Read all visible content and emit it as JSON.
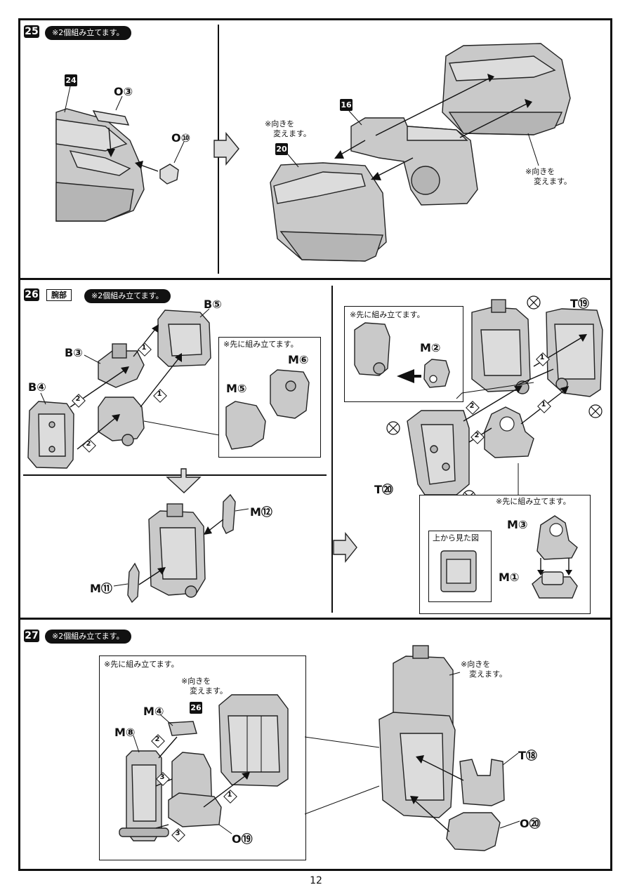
{
  "page_number": "12",
  "step25": {
    "number": "25",
    "note": "※2個組み立てます。",
    "ref_left": "24",
    "ref_right_a": "16",
    "ref_right_b": "20",
    "labels": {
      "o3": "O③",
      "o10": "O⑩"
    },
    "turn_note_a": [
      "※向きを",
      "変えます。"
    ],
    "turn_note_b": [
      "※向きを",
      "変えます。"
    ]
  },
  "step26": {
    "number": "26",
    "tag": "腕部",
    "note": "※2個組み立てます。",
    "labels": {
      "b5": "B⑤",
      "b3": "B③",
      "b4": "B④",
      "m6": "M⑥",
      "m5": "M⑤",
      "m12": "M⑫",
      "m11": "M⑪",
      "m2": "M②",
      "t19": "T⑲",
      "t20": "T⑳",
      "m3": "M③",
      "m1": "M①"
    },
    "pre_assemble_a": "※先に組み立てます。",
    "pre_assemble_b": "※先に組み立てます。",
    "pre_assemble_c": "※先に組み立てます。",
    "top_view": "上から見た図",
    "order_marks": [
      "1",
      "2"
    ]
  },
  "step27": {
    "number": "27",
    "note": "※2個組み立てます。",
    "pre_assemble": "※先に組み立てます。",
    "turn_note_a": [
      "※向きを",
      "変えます。"
    ],
    "turn_note_b": [
      "※向きを",
      "変えます。"
    ],
    "ref": "26",
    "labels": {
      "m4": "M④",
      "m8": "M⑧",
      "o19": "O⑲",
      "t18": "T⑱",
      "o20": "O⑳"
    },
    "order_marks": [
      "1",
      "2",
      "3"
    ]
  },
  "colors": {
    "ink": "#111111",
    "part_fill": "#c9c9c9",
    "paper": "#ffffff"
  }
}
